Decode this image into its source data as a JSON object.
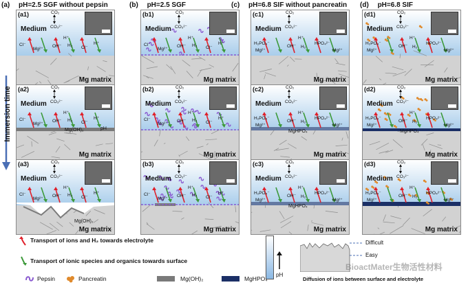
{
  "columns": [
    {
      "letter": "(a)",
      "title": "pH=2.5 SGF without pepsin"
    },
    {
      "letter": "(b)",
      "title": "pH=2.5 SGF"
    },
    {
      "letter": "(c)",
      "title": "pH=6.8 SIF without pancreatin"
    },
    {
      "letter": "(d)",
      "title": "pH=6.8 SIF"
    }
  ],
  "panels": [
    {
      "label": "(a1)",
      "type": "sgf",
      "layer": "none",
      "organic": "none"
    },
    {
      "label": "(b1)",
      "type": "sgf",
      "layer": "none",
      "organic": "pepsin"
    },
    {
      "label": "(c1)",
      "type": "sif",
      "layer": "none",
      "organic": "none"
    },
    {
      "label": "(d1)",
      "type": "sif",
      "layer": "none",
      "organic": "pancreatin"
    },
    {
      "label": "(a2)",
      "type": "sgf",
      "layer": "mgoh",
      "organic": "none"
    },
    {
      "label": "(b2)",
      "type": "sgf",
      "layer": "none",
      "organic": "pepsin"
    },
    {
      "label": "(c2)",
      "type": "sif",
      "layer": "mghpo",
      "organic": "none"
    },
    {
      "label": "(d2)",
      "type": "sif",
      "layer": "mghpo_thin",
      "organic": "pancreatin"
    },
    {
      "label": "(a3)",
      "type": "sgf",
      "layer": "pit",
      "organic": "none"
    },
    {
      "label": "(b3)",
      "type": "sgf",
      "layer": "mgoh_small",
      "organic": "pepsin"
    },
    {
      "label": "(c3)",
      "type": "sif",
      "layer": "mghpo",
      "organic": "none"
    },
    {
      "label": "(d3)",
      "type": "sif",
      "layer": "mghpo_thick",
      "organic": "pancreatin"
    }
  ],
  "text": {
    "medium": "Medium",
    "mg_matrix": "Mg matrix",
    "co2": "CO₂",
    "co3": "CO₃²⁻",
    "h_plus": "H⁺",
    "oh": "OH⁻",
    "h2": "H₂",
    "cl": "Cl⁻",
    "mg2": "Mg²⁺",
    "h2po4": "H₂PO₄⁻",
    "hpo4": "HPO₄²⁻",
    "mgoh_label": "Mg(OH)₂",
    "mghpo_label": "MgHPO₄",
    "ph_label": "pH"
  },
  "side_label": "Immersion time",
  "legend": {
    "red_arrow": "Transport of ions and H₂ towards electrolyte",
    "green_arrow": "Transport of ionic species and organics towards surface",
    "pepsin": "Pepsin",
    "pancreatin": "Pancreatin",
    "mgoh": "Mg(OH)₂",
    "mghpo": "MgHPO₄",
    "ph": "pH",
    "difficult": "Difficult",
    "easy": "Easy",
    "diffusion": "Diffusion of ions between surface and electrolyte",
    "watermark": "BioactMater生物活性材料"
  },
  "colors": {
    "medium_top": "#ffffff",
    "medium_bottom": "#a9cdeb",
    "matrix": "#d2d2d2",
    "red": "#e0202a",
    "green": "#3d9a3a",
    "pepsin": "#8a5bd0",
    "pancreatin": "#e08a2c",
    "mgoh": "#7a7a7a",
    "mghpo": "#1b2f66",
    "axis_blue": "#4a6fb5"
  }
}
